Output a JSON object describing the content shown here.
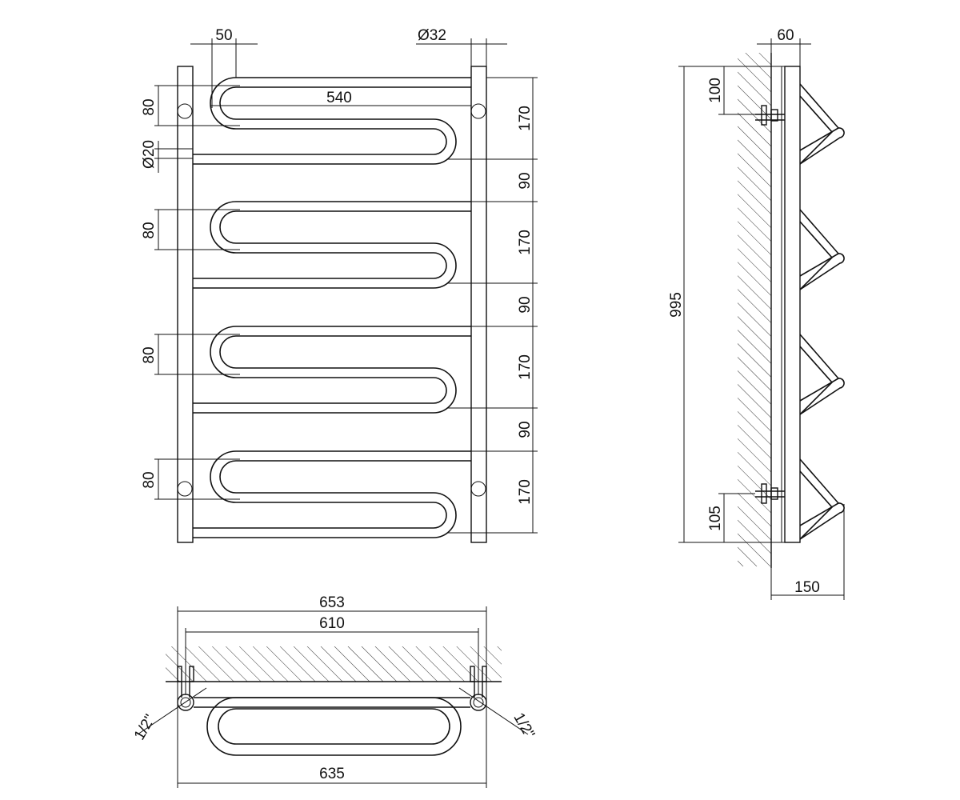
{
  "front_view": {
    "dims": {
      "rail_diameter": "Ø32",
      "offset_50": "50",
      "width_540": "540",
      "loop_80_1": "80",
      "tube_diameter": "Ø20",
      "loop_80_2": "80",
      "loop_80_3": "80",
      "loop_80_4": "80",
      "h170_1": "170",
      "h90_1": "90",
      "h170_2": "170",
      "h90_2": "90",
      "h170_3": "170",
      "h90_3": "90",
      "h170_4": "170"
    }
  },
  "side_view": {
    "dims": {
      "wall_gap": "60",
      "top_mount": "100",
      "total_height": "995",
      "bottom_mount": "105",
      "depth": "150"
    }
  },
  "top_view": {
    "dims": {
      "overall_width": "653",
      "mount_distance": "610",
      "connection_left": "1/2\"",
      "connection_right": "1/2\"",
      "bottom_width": "635"
    }
  }
}
